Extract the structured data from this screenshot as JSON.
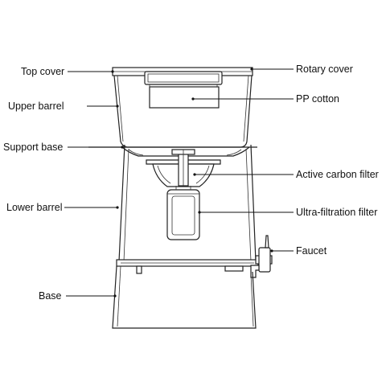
{
  "labels": {
    "top_cover": "Top cover",
    "upper_barrel": "Upper barrel",
    "support_base": "Support base",
    "lower_barrel": "Lower barrel",
    "base": "Base",
    "rotary_cover": "Rotary cover",
    "pp_cotton": "PP cotton",
    "active_carbon_filter": "Active carbon filter",
    "ultra_filtration_filter": "Ultra-filtration filter",
    "faucet": "Faucet"
  }
}
